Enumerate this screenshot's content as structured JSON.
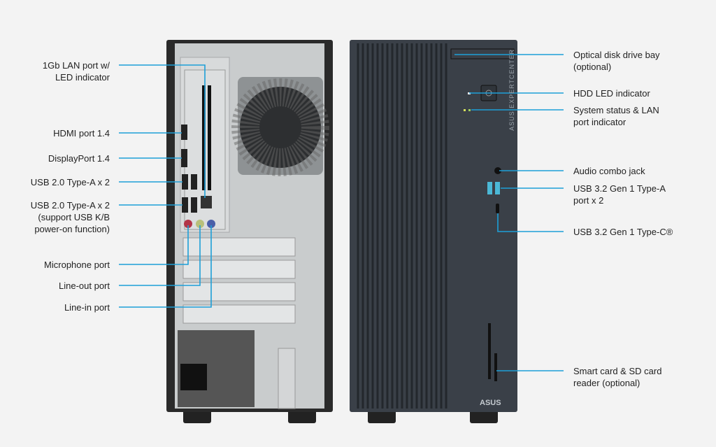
{
  "back_labels": {
    "lan": "1Gb LAN port w/\nLED indicator",
    "hdmi": "HDMI port 1.4",
    "displayport": "DisplayPort 1.4",
    "usb20_a": "USB 2.0 Type-A x 2",
    "usb20_b": "USB 2.0 Type-A x 2\n(support USB K/B\npower-on function)",
    "mic": "Microphone port",
    "lineout": "Line-out port",
    "linein": "Line-in port"
  },
  "front_labels": {
    "odd": "Optical disk drive bay\n(optional)",
    "hdd": "HDD LED indicator",
    "status": "System status & LAN\nport indicator",
    "audio": "Audio combo jack",
    "usb32a": "USB 3.2 Gen 1 Type-A\nport x 2",
    "usbc": "USB 3.2 Gen 1 Type-C®",
    "card": "Smart card & SD card\nreader (optional)"
  },
  "branding": {
    "front_vertical": "ASUS EXPERTCENTER",
    "logo": "ASUS"
  },
  "colors": {
    "callout": "#1d9fd8",
    "front_panel": "#3a4048",
    "chassis": "#cfd2d4"
  }
}
